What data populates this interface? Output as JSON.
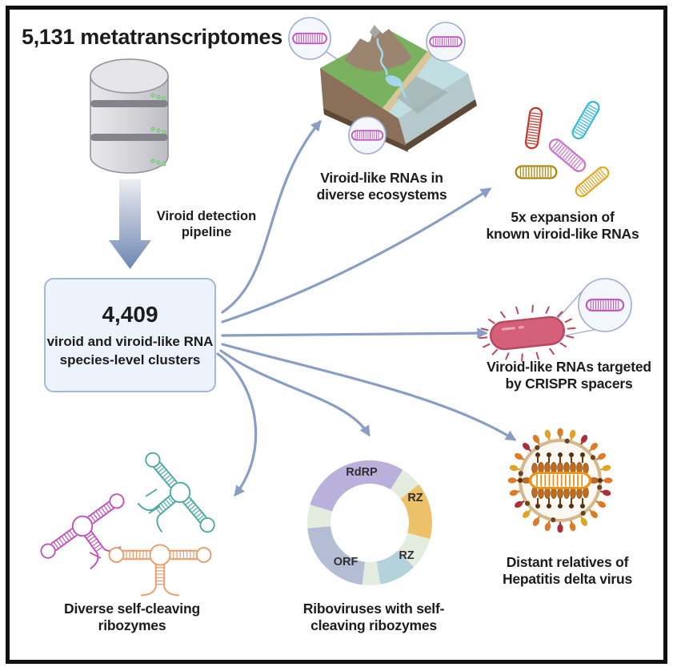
{
  "title": "5,131 metatranscriptomes",
  "pipeline": {
    "line1": "Viroid detection",
    "line2": "pipeline"
  },
  "cluster_box": {
    "count": "4,409",
    "line1": "viroid and viroid-like RNA",
    "line2": "species-level clusters"
  },
  "findings": {
    "ecosystems": {
      "line1": "Viroid-like RNAs in",
      "line2": "diverse ecosystems"
    },
    "expansion": {
      "line1": "5x expansion of",
      "line2": "known viroid-like RNAs"
    },
    "crispr": {
      "line1": "Viroid-like RNAs targeted",
      "line2": "by CRISPR spacers"
    },
    "hdv": {
      "line1": "Distant relatives of",
      "line2": "Hepatitis delta virus"
    },
    "riboviruses": {
      "line1": "Riboviruses with self-",
      "line2": "cleaving ribozymes"
    },
    "ribozymes": {
      "line1": "Diverse self-cleaving",
      "line2": "ribozymes"
    }
  },
  "donut": {
    "segments": [
      {
        "label": "RdRP",
        "color": "#b9b0dc"
      },
      {
        "label": "RZ",
        "color": "#ecc169"
      },
      {
        "label": "RZ",
        "color": "#b3d2dc"
      },
      {
        "label": "ORF",
        "color": "#b3bed4"
      }
    ],
    "filler_color": "#e4ecdf"
  },
  "icons": {
    "database": "database-cylinder-icon",
    "viroid_rod": "striped-rod-viroid-icon",
    "magnifier_callout": "zoom-circle-callout"
  },
  "colors": {
    "arrow": "#8095c1",
    "box_fill": "#edf3fb",
    "box_border": "#a3b7da",
    "viroid_pink": "#c050be",
    "rod_red": "#c23a2f",
    "rod_cyan": "#38b9dc",
    "rod_magenta": "#cb78cc",
    "rod_gold": "#a8860f",
    "rod_orange": "#e5a51f",
    "bacterium": "#d46179",
    "hdv_spike_orange": "#dd7c28",
    "hdv_spike_red": "#ab2f38",
    "hdv_spike_gold": "#dfa325",
    "ribozyme_magenta": "#c44bbb",
    "ribozyme_teal": "#47a8a2",
    "ribozyme_orange": "#e89a68",
    "frame": "#111111"
  }
}
